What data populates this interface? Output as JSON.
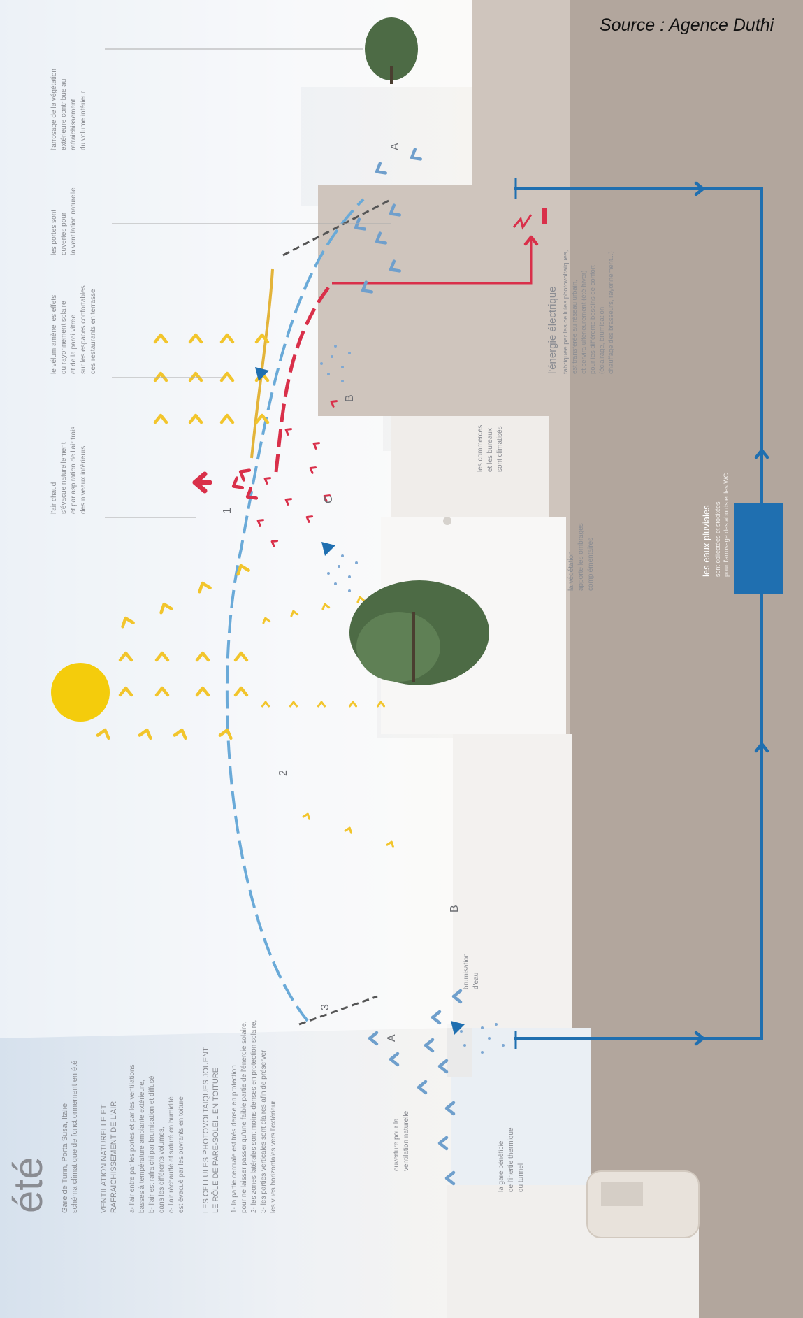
{
  "source": "Source : Agence Duthi",
  "title": "été",
  "subtitle_lines": [
    "Gare de Turin, Porta Susa, Italie",
    "schéma climatique de fonctionnement en été"
  ],
  "section_ventilation": {
    "heading": [
      "VENTILATION NATURELLE ET",
      "RAFRAICHISSEMENT DE L'AIR"
    ],
    "lines": [
      "a- l'air entre par les portes et par les ventilations",
      "basses à température ambiante extérieure,",
      "b- l'air est rafraichi par brumisation et diffusé",
      "dans les différents volumes,",
      "c- l'air réchauffé et saturé en humidité",
      "est évacué par les ouvrants en toiture"
    ]
  },
  "section_cells": {
    "heading": [
      "LES CELLULES PHOTOVOLTAIQUES JOUENT",
      "LE RÔLE DE PARE-SOLEIL EN TOITURE"
    ],
    "lines": [
      "1- la partie centrale est très dense en protection",
      "pour ne laisser passer qu'une faible partie de l'énergie solaire,",
      "2- les zones latérales sont moins denses en protection solaire,",
      "3- les parties verticales sont claires afin de préserver",
      "les vues horizontales vers l'extérieur"
    ]
  },
  "annotations": {
    "hot_air": [
      "l'air chaud",
      "s'évacue naturellement",
      "et par aspiration de l'air frais",
      "des niveaux inférieurs"
    ],
    "velum": [
      "le vélum amène les effets",
      "du rayonnement solaire",
      "et de la paroi vitrée",
      "sur les espaces confortables",
      "des restaurants en terrasse"
    ],
    "doors": [
      "les portes sont",
      "ouvertes pour",
      "la ventilation naturelle"
    ],
    "vegetation_outside": [
      "l'arrosage de la végétation",
      "extérieure contribue au",
      "rafraichissement",
      "du volume intérieur"
    ],
    "opening": [
      "ouverture pour la",
      "ventilation naturelle"
    ],
    "tunnel": [
      "la gare bénéficie",
      "de l'inertie thermique",
      "du tunnel"
    ],
    "shops": [
      "les commerces",
      "et les bureaux",
      "sont climatisés"
    ],
    "vegetation_inside": [
      "la végétation",
      "apporte les ombrages",
      "complémentaires"
    ],
    "misting": [
      "brumisation",
      "d'eau"
    ],
    "energy_title": "l'énergie électrique",
    "energy_lines": [
      "fabriquée par les cellules photovoltaïques,",
      "est transférée au réseau urbain,",
      "et servira ultérieurement (été-hiver)",
      "pour les différents besoins de confort",
      "(éclairage, brumisation,",
      "chauffage des brasseurs, rayonnement...)"
    ],
    "rain_title": "les eaux pluviales",
    "rain_lines": [
      "sont collectées et stockées",
      "pour l'arrosage des abords et les WC"
    ]
  },
  "markers": {
    "a_left": "A",
    "a_right": "A",
    "b_left": "B",
    "b_right": "B",
    "c": "C",
    "n1": "1",
    "n2": "2",
    "n3": "3"
  },
  "colors": {
    "sky": "#d8e3ee",
    "ground": "#b2a69d",
    "building": "#cfc5bd",
    "sun": "#f4cc0c",
    "sun_arrow": "#f2c52c",
    "hot_arrow": "#d9304a",
    "cool_arrow": "#6f9fcc",
    "water_pipe": "#1f6fb0",
    "electric": "#d9304a",
    "glass": "#6aaad8"
  }
}
